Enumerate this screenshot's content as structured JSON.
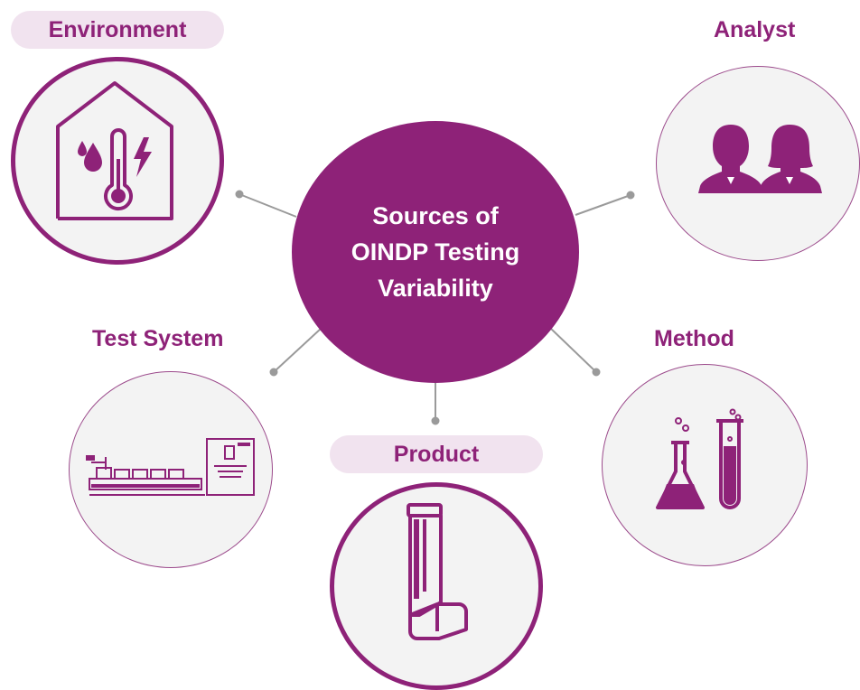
{
  "center": {
    "title": "Sources of OINDP Testing Variability"
  },
  "nodes": {
    "environment": {
      "label": "Environment",
      "icon": "house-climate-icon"
    },
    "analyst": {
      "label": "Analyst",
      "icon": "analysts-icon"
    },
    "test_system": {
      "label": "Test System",
      "icon": "impactor-apparatus-icon"
    },
    "method": {
      "label": "Method",
      "icon": "lab-glassware-icon"
    },
    "product": {
      "label": "Product",
      "icon": "inhaler-icon"
    }
  },
  "colors": {
    "accent": "#8e2278",
    "pill_background": "#f1e3ef",
    "node_background": "#f3f3f3",
    "connector": "#999999"
  }
}
